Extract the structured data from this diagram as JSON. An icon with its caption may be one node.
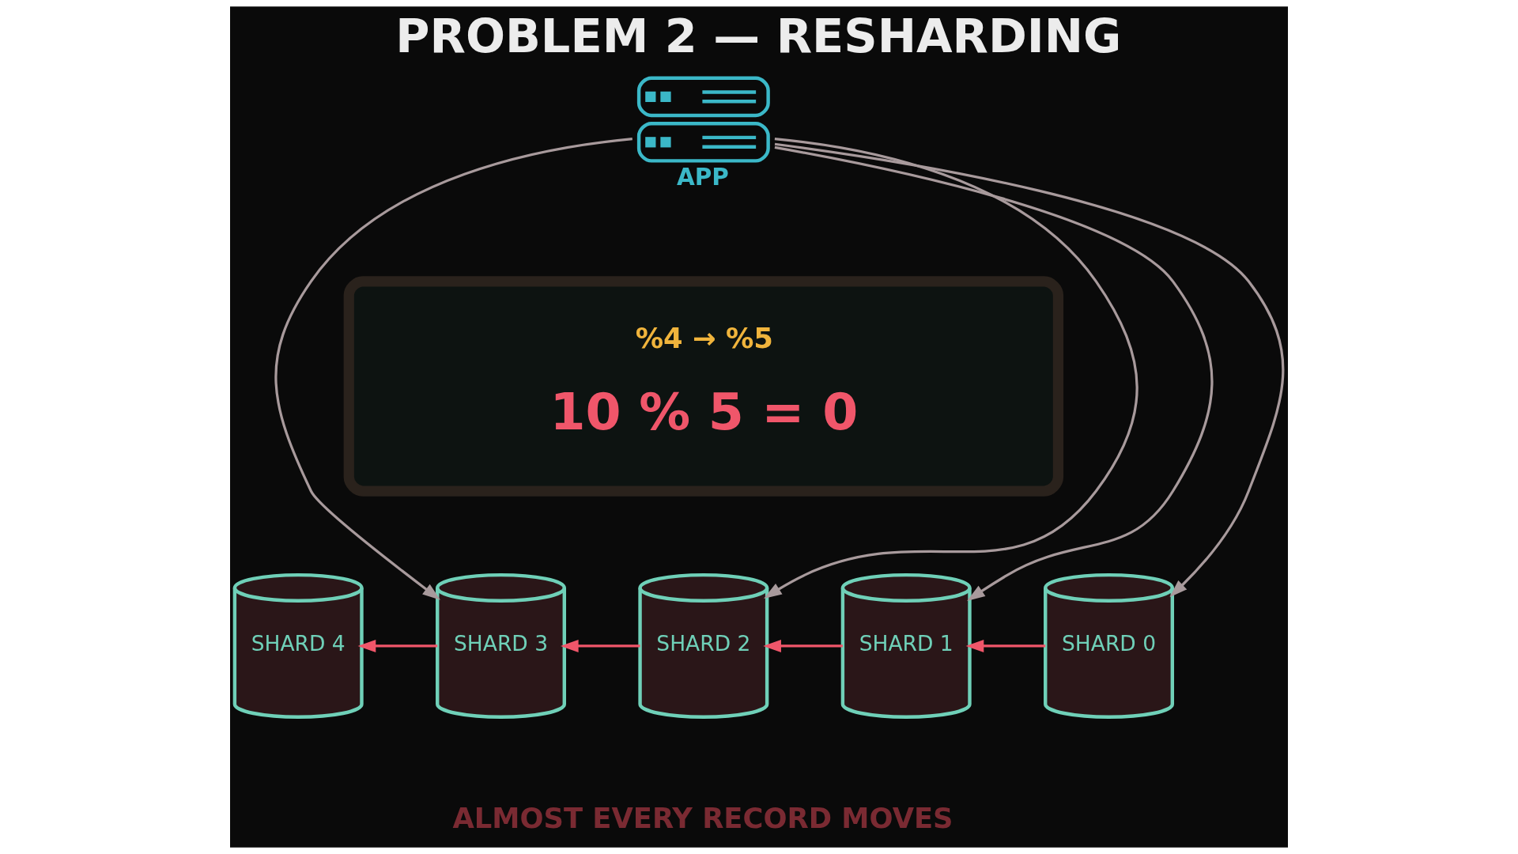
{
  "diagram": {
    "title": "PROBLEM 2 — RESHARDING",
    "caption": "ALMOST EVERY RECORD MOVES",
    "nodes": [
      {
        "text": [
          "APP"
        ]
      },
      {
        "text": [
          "%4 → %5",
          "10 % 5 = 0"
        ]
      },
      {
        "text": [
          "SHARD 4"
        ]
      },
      {
        "text": [
          "SHARD 3"
        ]
      },
      {
        "text": [
          "SHARD 2"
        ]
      },
      {
        "text": [
          "SHARD 1"
        ]
      },
      {
        "text": [
          "SHARD 0"
        ]
      }
    ],
    "edges": [
      {
        "from": 0,
        "to": 3,
        "arrow": "to"
      },
      {
        "from": 0,
        "to": 4,
        "arrow": "to"
      },
      {
        "from": 0,
        "to": 5,
        "arrow": "to"
      },
      {
        "from": 0,
        "to": 6,
        "arrow": "to"
      },
      {
        "from": 6,
        "to": 5,
        "arrow": "to",
        "color": "#f0566a"
      },
      {
        "from": 5,
        "to": 4,
        "arrow": "to",
        "color": "#f0566a"
      },
      {
        "from": 4,
        "to": 3,
        "arrow": "to",
        "color": "#f0566a"
      },
      {
        "from": 3,
        "to": 2,
        "arrow": "to",
        "color": "#f0566a"
      }
    ]
  }
}
